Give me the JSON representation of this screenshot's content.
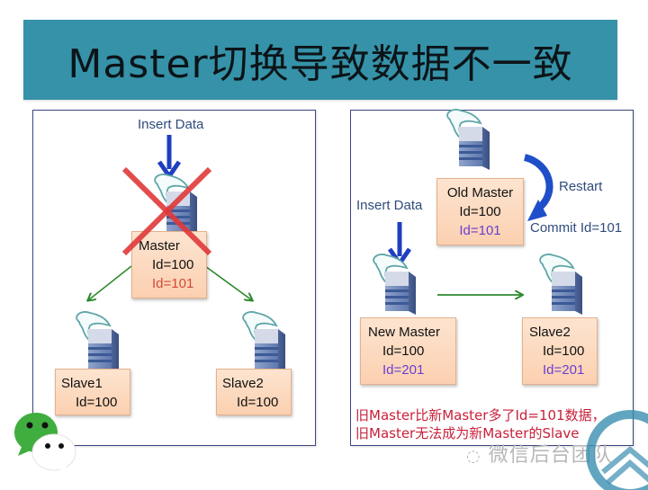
{
  "title": "Master切换导致数据不一致",
  "left_panel": {
    "insert_label": "Insert Data",
    "master": {
      "name": "Master",
      "id1": "Id=100",
      "id2": "Id=101",
      "status": "failed"
    },
    "slave1": {
      "name": "Slave1",
      "id1": "Id=100"
    },
    "slave2": {
      "name": "Slave2",
      "id1": "Id=100"
    }
  },
  "right_panel": {
    "old_master": {
      "name": "Old Master",
      "id1": "Id=100",
      "id2": "Id=101"
    },
    "restart_label": "Restart",
    "commit_label": "Commit Id=101",
    "insert_label": "Insert Data",
    "new_master": {
      "name": "New Master",
      "id1": "Id=100",
      "id2": "Id=201"
    },
    "slave2": {
      "name": "Slave2",
      "id1": "Id=100",
      "id2": "Id=201"
    }
  },
  "note": {
    "line1": "旧Master比新Master多了Id=101数据，",
    "line2": "旧Master无法成为新Master的Slave"
  },
  "watermark": "微信后台团队",
  "colors": {
    "title_bg": "#3592a8",
    "insert_arrow": "#1f3fc0",
    "replication_arrow": "#2e8a2e",
    "cross": "#e0393a",
    "note_text": "#c8203a",
    "new_id_text": "#6a3fd0",
    "lost_id_text": "#d04a3a"
  }
}
